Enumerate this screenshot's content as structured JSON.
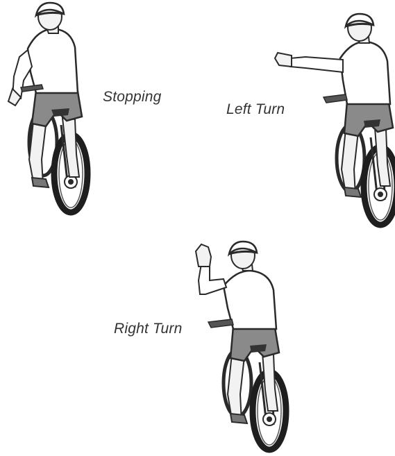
{
  "signals": [
    {
      "id": "stopping",
      "label": "Stopping"
    },
    {
      "id": "left-turn",
      "label": "Left Turn"
    },
    {
      "id": "right-turn",
      "label": "Right Turn"
    }
  ],
  "colors": {
    "outline": "#2a2a2a",
    "shirt": "#ffffff",
    "shorts": "#8a8a8a",
    "skin": "#f2f2f2",
    "tire": "#1e1e1e",
    "rim": "#ffffff",
    "background": "#ffffff"
  }
}
